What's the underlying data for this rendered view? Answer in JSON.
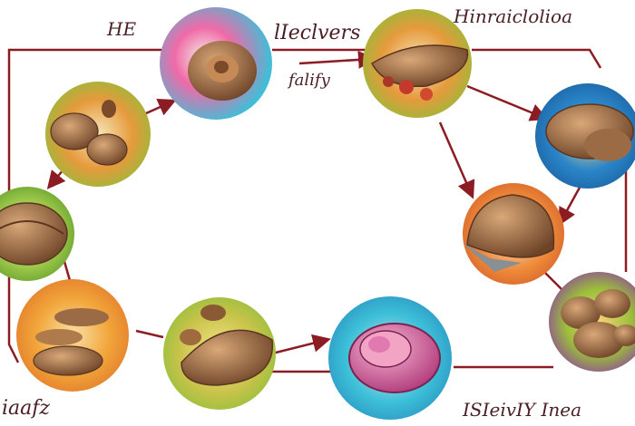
{
  "labels": {
    "top_left": "HE",
    "top_center": "lIeclvers",
    "top_right": "Hinraiclolioa",
    "mid_top": "falify",
    "bottom_left": "iaafz",
    "bottom_right": "ISIeivIY Inea"
  },
  "colors": {
    "arrow": "#8b1c24",
    "text": "#4a1f24",
    "shell_brown": "#9a6b45",
    "halo_pink": "#f06aa8",
    "halo_cyan": "#3cc0d8",
    "halo_orange": "#ef8a3a",
    "halo_green": "#8bbf3a",
    "halo_blue": "#2a86c8",
    "halo_yellow": "#f2c84a",
    "halo_purple": "#8d3aa6"
  },
  "nodes": [
    {
      "id": "snail-top",
      "icon": "snail-shell-icon"
    },
    {
      "id": "larva-top-right",
      "icon": "larva-icon"
    },
    {
      "id": "shell-right",
      "icon": "shell-icon"
    },
    {
      "id": "snail-mid-right",
      "icon": "snail-icon"
    },
    {
      "id": "cluster-bottom-right",
      "icon": "egg-cluster-icon"
    },
    {
      "id": "pink-snail-bottom",
      "icon": "pink-snail-icon"
    },
    {
      "id": "cluster-bottom-center",
      "icon": "nest-icon"
    },
    {
      "id": "larvae-bottom-left",
      "icon": "larvae-icon"
    },
    {
      "id": "shell-left",
      "icon": "shell-icon"
    },
    {
      "id": "cluster-upper-left",
      "icon": "egg-cluster-icon"
    }
  ]
}
